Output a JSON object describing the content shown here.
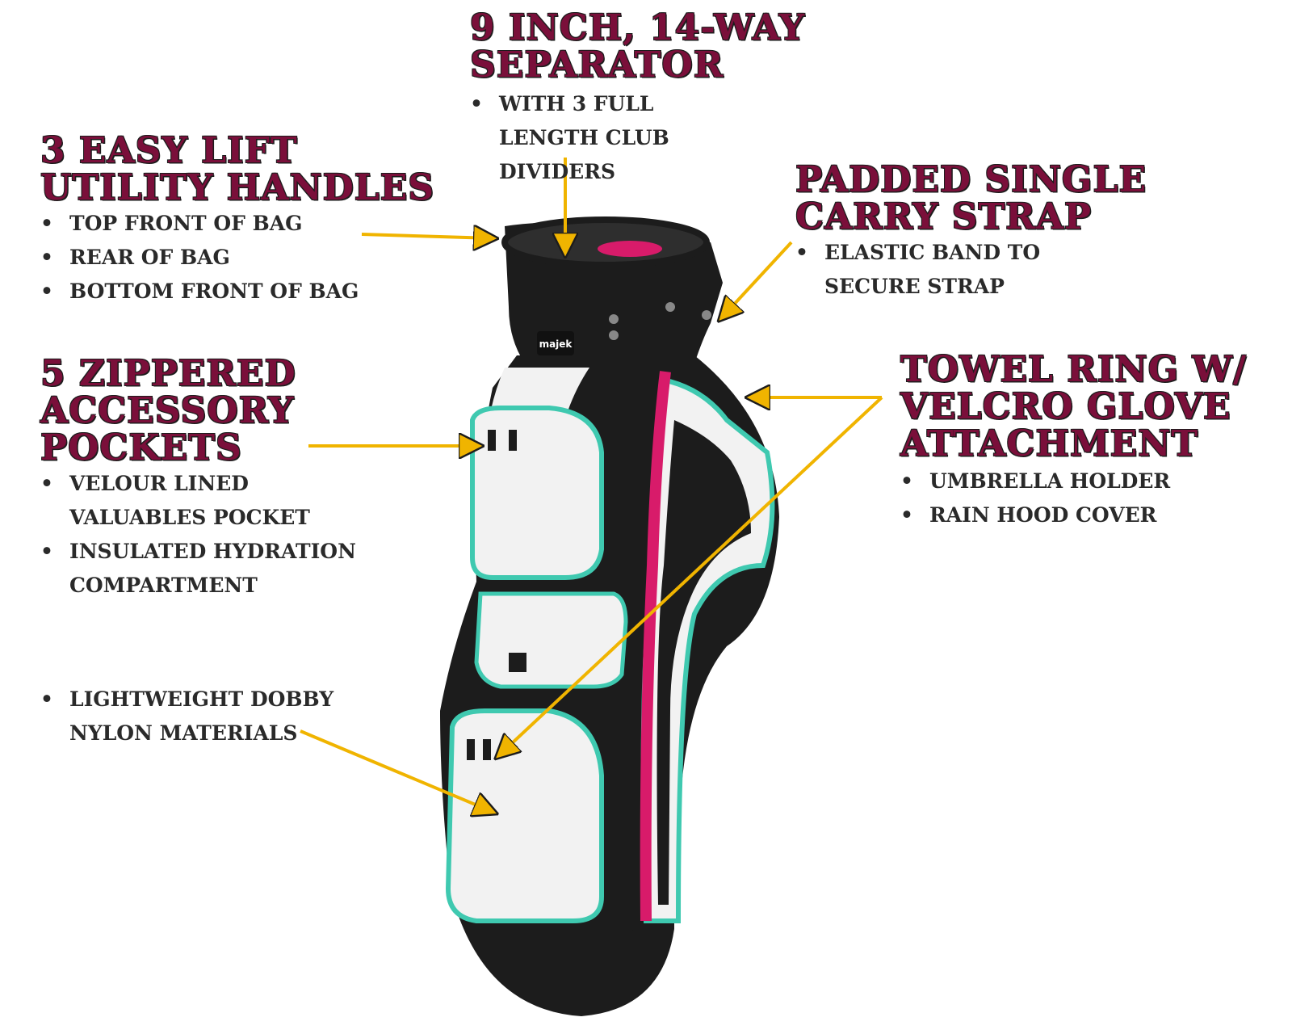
{
  "separator": {
    "title": [
      "9 INCH, 14-WAY",
      "SEPARATOR"
    ],
    "bullets": [
      "WITH 3 FULL LENGTH CLUB DIVIDERS"
    ]
  },
  "handles": {
    "title": [
      "3 EASY LIFT",
      "UTILITY HANDLES"
    ],
    "bullets": [
      "TOP FRONT OF BAG",
      "REAR OF BAG",
      "BOTTOM FRONT OF BAG"
    ]
  },
  "strap": {
    "title": [
      "PADDED SINGLE",
      "CARRY STRAP"
    ],
    "bullets": [
      "ELASTIC BAND TO SECURE STRAP"
    ]
  },
  "pockets": {
    "title": [
      "5 ZIPPERED",
      "ACCESSORY",
      "POCKETS"
    ],
    "bullets": [
      "VELOUR LINED VALUABLES POCKET",
      "INSULATED HYDRATION COMPARTMENT"
    ]
  },
  "towel": {
    "title": [
      "TOWEL RING W/",
      "VELCRO GLOVE",
      "ATTACHMENT"
    ],
    "bullets": [
      "UMBRELLA HOLDER",
      "RAIN HOOD COVER"
    ]
  },
  "materials": {
    "bullets": [
      "LIGHTWEIGHT DOBBY NYLON MATERIALS"
    ]
  },
  "bag": {
    "brand_logo": "majek"
  },
  "colors": {
    "heading": "#7a0f3a",
    "text": "#2a2a2a",
    "arrow": "#f0b400",
    "bag_black": "#1c1c1c",
    "bag_white": "#f2f2f2",
    "trim_teal": "#3fc9b0",
    "zip_pink": "#d81b6a"
  }
}
